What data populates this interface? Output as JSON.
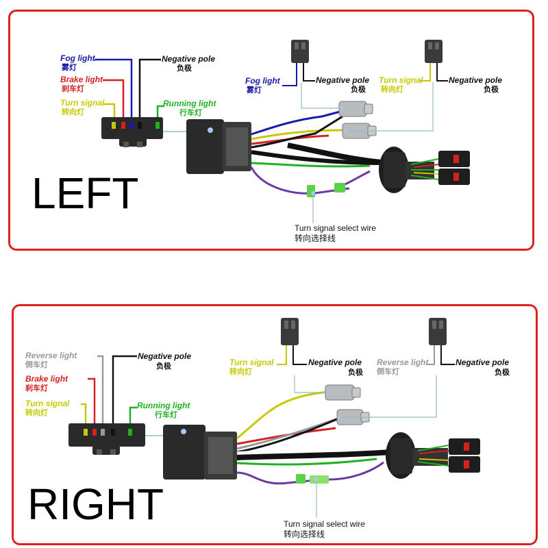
{
  "left": {
    "side_label": "LEFT",
    "fog_light_en": "Fog light",
    "fog_light_cn": "雾灯",
    "brake_light_en": "Brake light",
    "brake_light_cn": "刹车灯",
    "turn_signal_en": "Turn signal",
    "turn_signal_cn": "转向灯",
    "negative_pole_en": "Negative pole",
    "negative_pole_cn": "负极",
    "running_light_en": "Running light",
    "running_light_cn": "行车灯",
    "plug1_fog_en": "Fog light",
    "plug1_fog_cn": "雾灯",
    "plug1_neg_en": "Negative pole",
    "plug1_neg_cn": "负极",
    "plug2_turn_en": "Turn signal",
    "plug2_turn_cn": "转向灯",
    "plug2_neg_en": "Negative pole",
    "plug2_neg_cn": "负极",
    "select_wire_en": "Turn signal select wire",
    "select_wire_cn": "转向选择线"
  },
  "right": {
    "side_label": "RIGHT",
    "reverse_light_en": "Reverse light",
    "reverse_light_cn": "倒车灯",
    "brake_light_en": "Brake light",
    "brake_light_cn": "刹车灯",
    "turn_signal_en": "Turn signal",
    "turn_signal_cn": "转向灯",
    "negative_pole_en": "Negative pole",
    "negative_pole_cn": "负极",
    "running_light_en": "Running light",
    "running_light_cn": "行车灯",
    "plug1_turn_en": "Turn signal",
    "plug1_turn_cn": "转向灯",
    "plug1_neg_en": "Negative pole",
    "plug1_neg_cn": "负极",
    "plug2_rev_en": "Reverse light",
    "plug2_rev_cn": "倒车灯",
    "plug2_neg_en": "Negative pole",
    "plug2_neg_cn": "负极",
    "select_wire_en": "Turn signal select wire",
    "select_wire_cn": "转向选择线"
  },
  "colors": {
    "frame": "#e02020",
    "fog": "#1a1aa8",
    "brake": "#d42020",
    "turn": "#c8c800",
    "running": "#20b020",
    "reverse": "#999999",
    "negative": "#111111",
    "purple": "#6a3aa0",
    "connector": "#2a2a2a"
  }
}
